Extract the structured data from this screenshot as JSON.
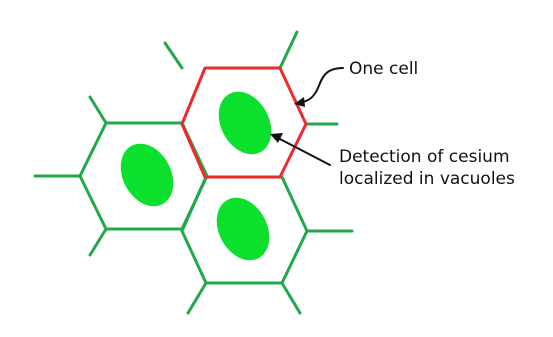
{
  "labels": {
    "one_cell": "One cell",
    "detection_line1": "Detection of cesium",
    "detection_line2": "localized in vacuoles"
  },
  "colors": {
    "cell_wall": "#21a84a",
    "highlighted_cell_wall": "#ee2a2a",
    "vacuole": "#0be02c",
    "text": "#111111"
  }
}
